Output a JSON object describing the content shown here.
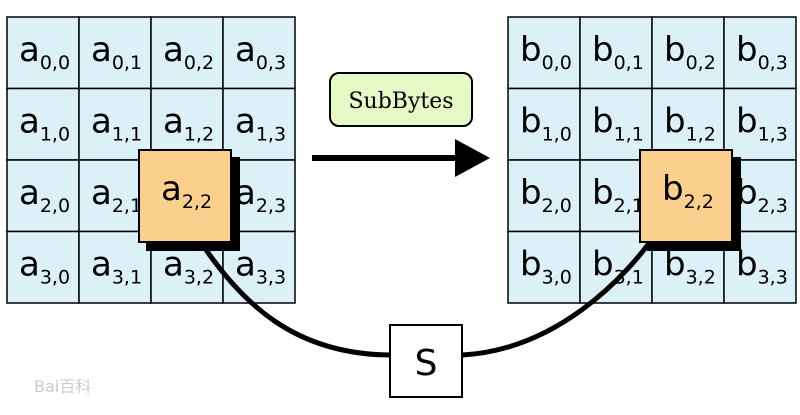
{
  "operation_label": "SubBytes",
  "sbox_label": "S",
  "input_state": {
    "letter": "a",
    "cells": [
      [
        "0,0",
        "0,1",
        "0,2",
        "0,3"
      ],
      [
        "1,0",
        "1,1",
        "1,2",
        "1,3"
      ],
      [
        "2,0",
        "2,1",
        "2,2",
        "2,3"
      ],
      [
        "3,0",
        "3,1",
        "3,2",
        "3,3"
      ]
    ]
  },
  "output_state": {
    "letter": "b",
    "cells": [
      [
        "0,0",
        "0,1",
        "0,2",
        "0,3"
      ],
      [
        "1,0",
        "1,1",
        "1,2",
        "1,3"
      ],
      [
        "2,0",
        "2,1",
        "2,2",
        "2,3"
      ],
      [
        "3,0",
        "3,1",
        "3,2",
        "3,3"
      ]
    ]
  },
  "highlighted_cell": {
    "row": 2,
    "col": 2
  },
  "watermark": "Bai百科",
  "colors": {
    "cell_fill": "#dcf0f8",
    "highlight_fill": "#fbd08c",
    "label_fill": "#e6f8c4",
    "stroke": "#000000",
    "watermark": "#cccccc"
  },
  "icons": {
    "transform_arrow": "arrow-right-icon",
    "sbox_path": "curved-arrow-icon"
  }
}
